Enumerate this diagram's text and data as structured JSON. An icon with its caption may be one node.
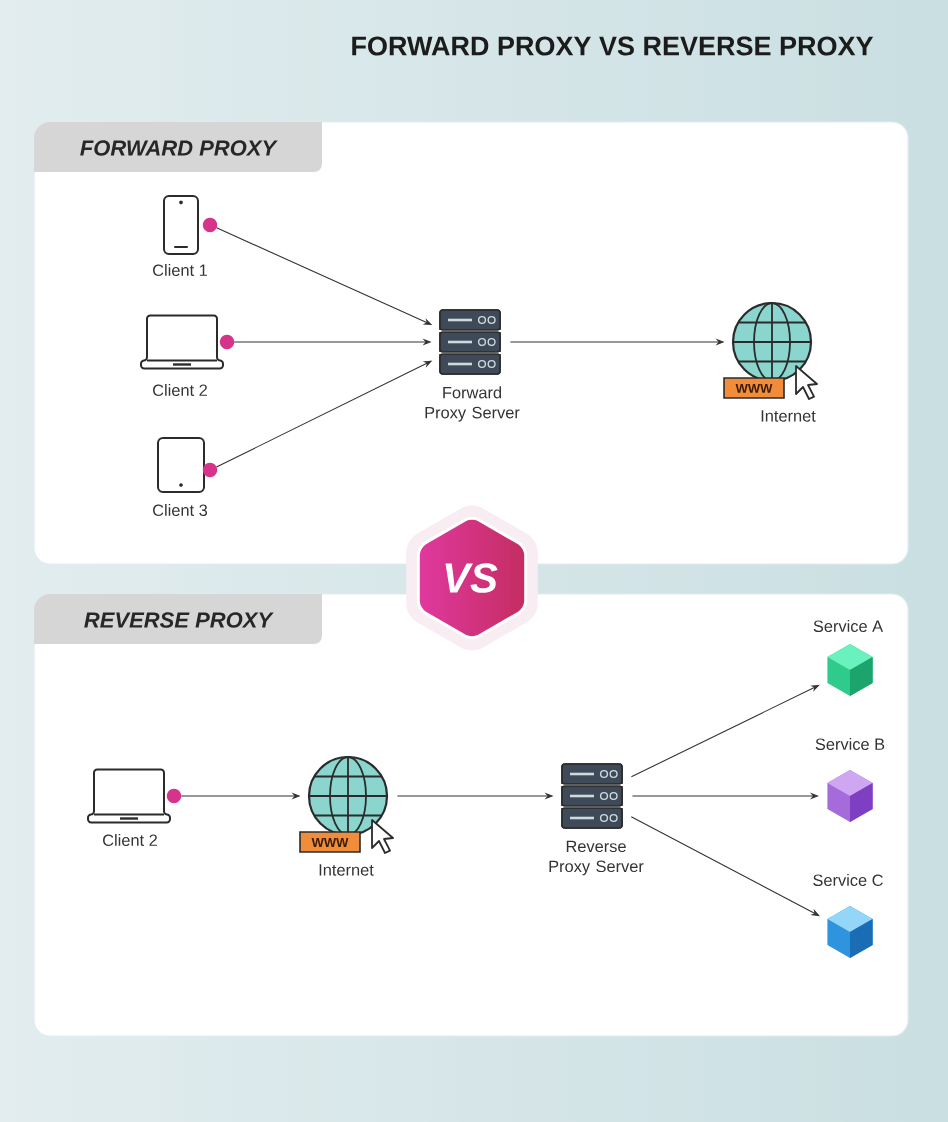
{
  "diagram": {
    "title": "FORWARD PROXY VS REVERSE PROXY",
    "nodes": [
      {
        "text": [
          "FORWARD PROXY"
        ]
      },
      {
        "text": [
          "Client 1"
        ],
        "in": 0
      },
      {
        "text": [
          "Client 2"
        ],
        "in": 0
      },
      {
        "text": [
          "Client 3"
        ],
        "in": 0
      },
      {
        "text": [
          "Forward Proxy Server"
        ],
        "in": 0
      },
      {
        "text": [
          "Internet"
        ],
        "in": 0,
        "beside": [
          "WWW"
        ]
      },
      {
        "text": [
          "VS"
        ]
      },
      {
        "text": [
          "REVERSE PROXY"
        ]
      },
      {
        "text": [
          "Client 2"
        ],
        "in": 7
      },
      {
        "text": [
          "Internet"
        ],
        "in": 7,
        "beside": [
          "WWW"
        ]
      },
      {
        "text": [
          "Reverse Proxy Server"
        ],
        "in": 7
      },
      {
        "text": [
          "Service A"
        ],
        "in": 7
      },
      {
        "text": [
          "Service B"
        ],
        "in": 7
      },
      {
        "text": [
          "Service C"
        ],
        "in": 7
      }
    ],
    "edges": [
      {
        "from": 1,
        "to": 4,
        "arrow": "to"
      },
      {
        "from": 2,
        "to": 4,
        "arrow": "to"
      },
      {
        "from": 3,
        "to": 4,
        "arrow": "to"
      },
      {
        "from": 4,
        "to": 5,
        "arrow": "to"
      },
      {
        "from": 8,
        "to": 9,
        "arrow": "to"
      },
      {
        "from": 9,
        "to": 10,
        "arrow": "to"
      },
      {
        "from": 10,
        "to": 11,
        "arrow": "to"
      },
      {
        "from": 10,
        "to": 12,
        "arrow": "to"
      },
      {
        "from": 10,
        "to": 13,
        "arrow": "to"
      }
    ]
  }
}
